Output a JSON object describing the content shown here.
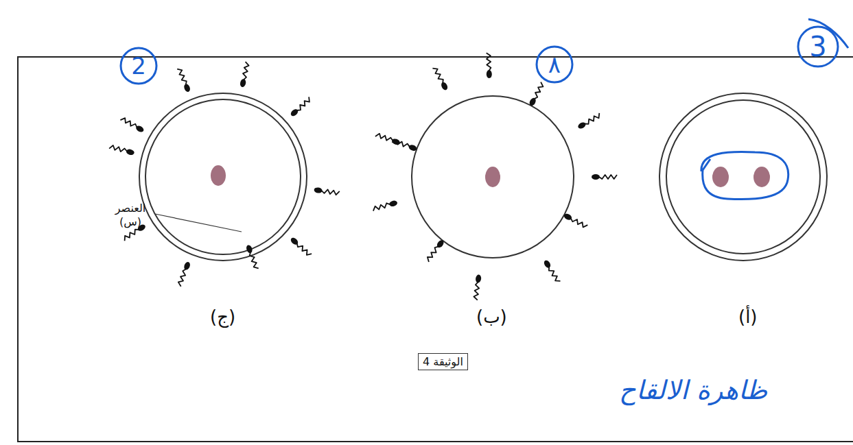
{
  "diagram": {
    "nodes": [
      {
        "text": [
          "2"
        ]
      },
      {
        "text": [
          "٨"
        ]
      },
      {
        "text": [
          "3"
        ]
      },
      {
        "text": [
          "الوثيقة 4"
        ]
      }
    ],
    "labels": [
      "(ج)",
      "(ب)",
      "(أ)",
      "العنصر (س)",
      "ظاهرة الالقاح"
    ]
  }
}
